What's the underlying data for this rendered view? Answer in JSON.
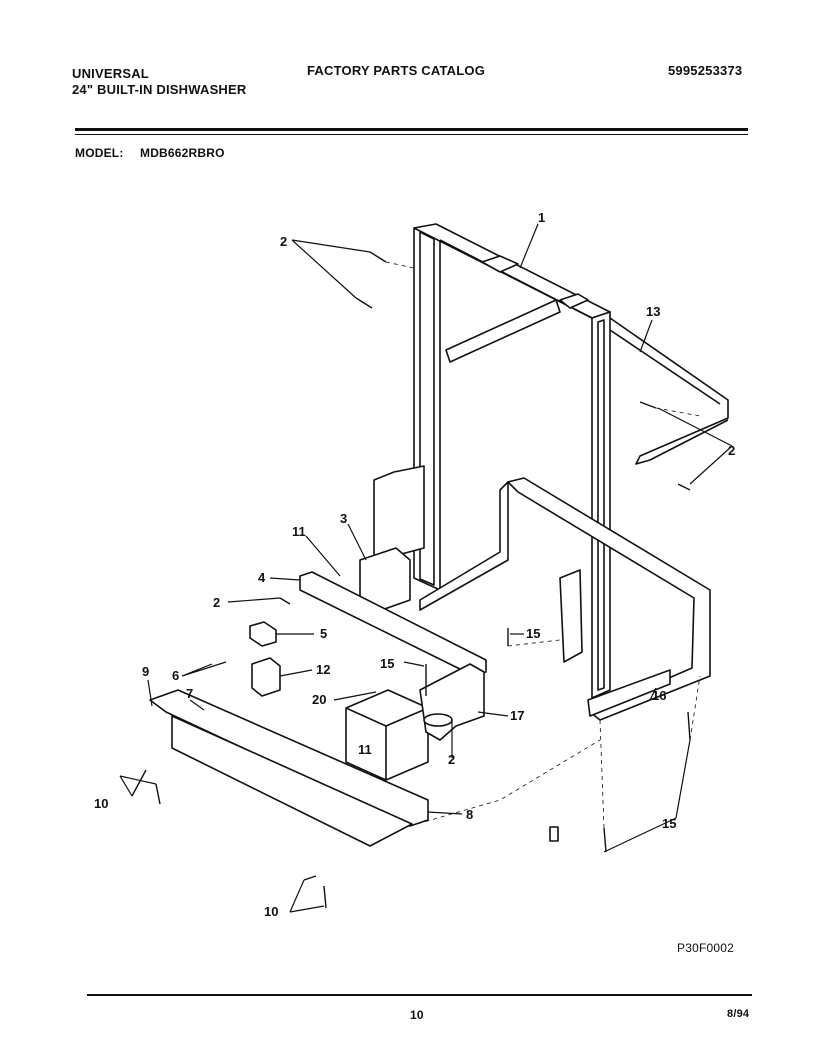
{
  "header": {
    "brand": "UNIVERSAL",
    "product": "24\" BUILT-IN DISHWASHER",
    "catalog_title": "FACTORY PARTS CATALOG",
    "catalog_number": "5995253373",
    "model_label": "MODEL:",
    "model_value": "MDB662RBRO"
  },
  "callouts": {
    "c1": "1",
    "c13": "13",
    "c2a": "2",
    "c2b": "2",
    "c2c": "2",
    "c2d": "2",
    "c3": "3",
    "c11a": "11",
    "c11b": "11",
    "c4": "4",
    "c5": "5",
    "c6": "6",
    "c12": "12",
    "c9": "9",
    "c7": "7",
    "c20": "20",
    "c15a": "15",
    "c15b": "15",
    "c15c": "15",
    "c16": "16",
    "c17": "17",
    "c8": "8",
    "c10a": "10",
    "c10b": "10"
  },
  "footer": {
    "figure_code": "P30F0002",
    "page_number": "10",
    "print_date": "8/94"
  }
}
